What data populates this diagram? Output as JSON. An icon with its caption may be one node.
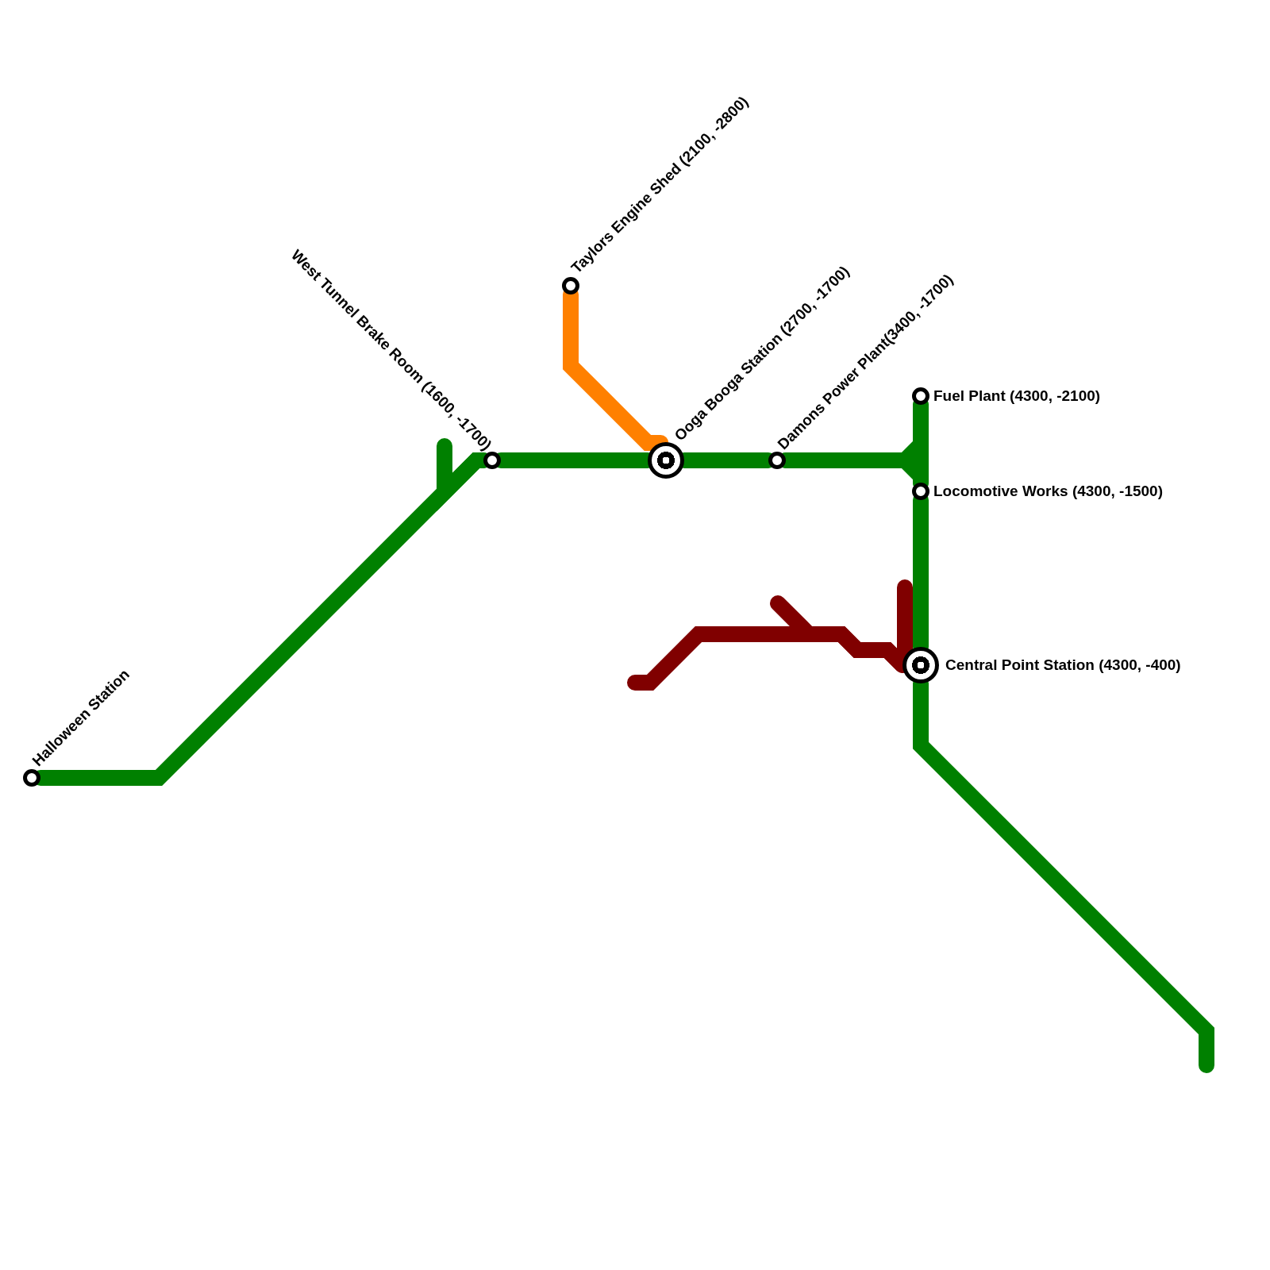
{
  "diagram": {
    "nodes": [
      {
        "text": [
          "Halloween Station"
        ]
      },
      {
        "text": [
          "West Tunnel Brake Room (1600, -1700)"
        ]
      },
      {
        "text": [
          "Taylors Engine Shed (2100, -2800)"
        ]
      },
      {
        "text": [
          "Ooga Booga Station (2700, -1700)"
        ]
      },
      {
        "text": [
          "Damons Power Plant(3400, -1700)"
        ]
      },
      {
        "text": [
          "Fuel Plant (4300, -2100)"
        ]
      },
      {
        "text": [
          "Locomotive Works (4300, -1500)"
        ]
      },
      {
        "text": [
          "Central Point Station (4300, -400)"
        ]
      }
    ],
    "edges": [
      {
        "from": 0,
        "to": 1,
        "arrow": "none"
      },
      {
        "from": 1,
        "to": null,
        "arrow": "none"
      },
      {
        "from": 1,
        "to": 3,
        "arrow": "none"
      },
      {
        "from": 2,
        "to": 3,
        "arrow": "none",
        "color": "#ff8000"
      },
      {
        "from": 3,
        "to": 4,
        "arrow": "none"
      },
      {
        "from": 4,
        "to": 5,
        "arrow": "none"
      },
      {
        "from": 4,
        "to": 6,
        "arrow": "none"
      },
      {
        "from": 5,
        "to": 6,
        "arrow": "none"
      },
      {
        "from": 6,
        "to": 7,
        "arrow": "none"
      },
      {
        "from": 7,
        "to": null,
        "arrow": "none"
      },
      {
        "from": 7,
        "to": null,
        "arrow": "none",
        "color": "#800000"
      },
      {
        "from": 7,
        "to": null,
        "arrow": "none",
        "color": "#800000"
      },
      {
        "from": 7,
        "to": null,
        "arrow": "none",
        "color": "#800000"
      }
    ]
  }
}
